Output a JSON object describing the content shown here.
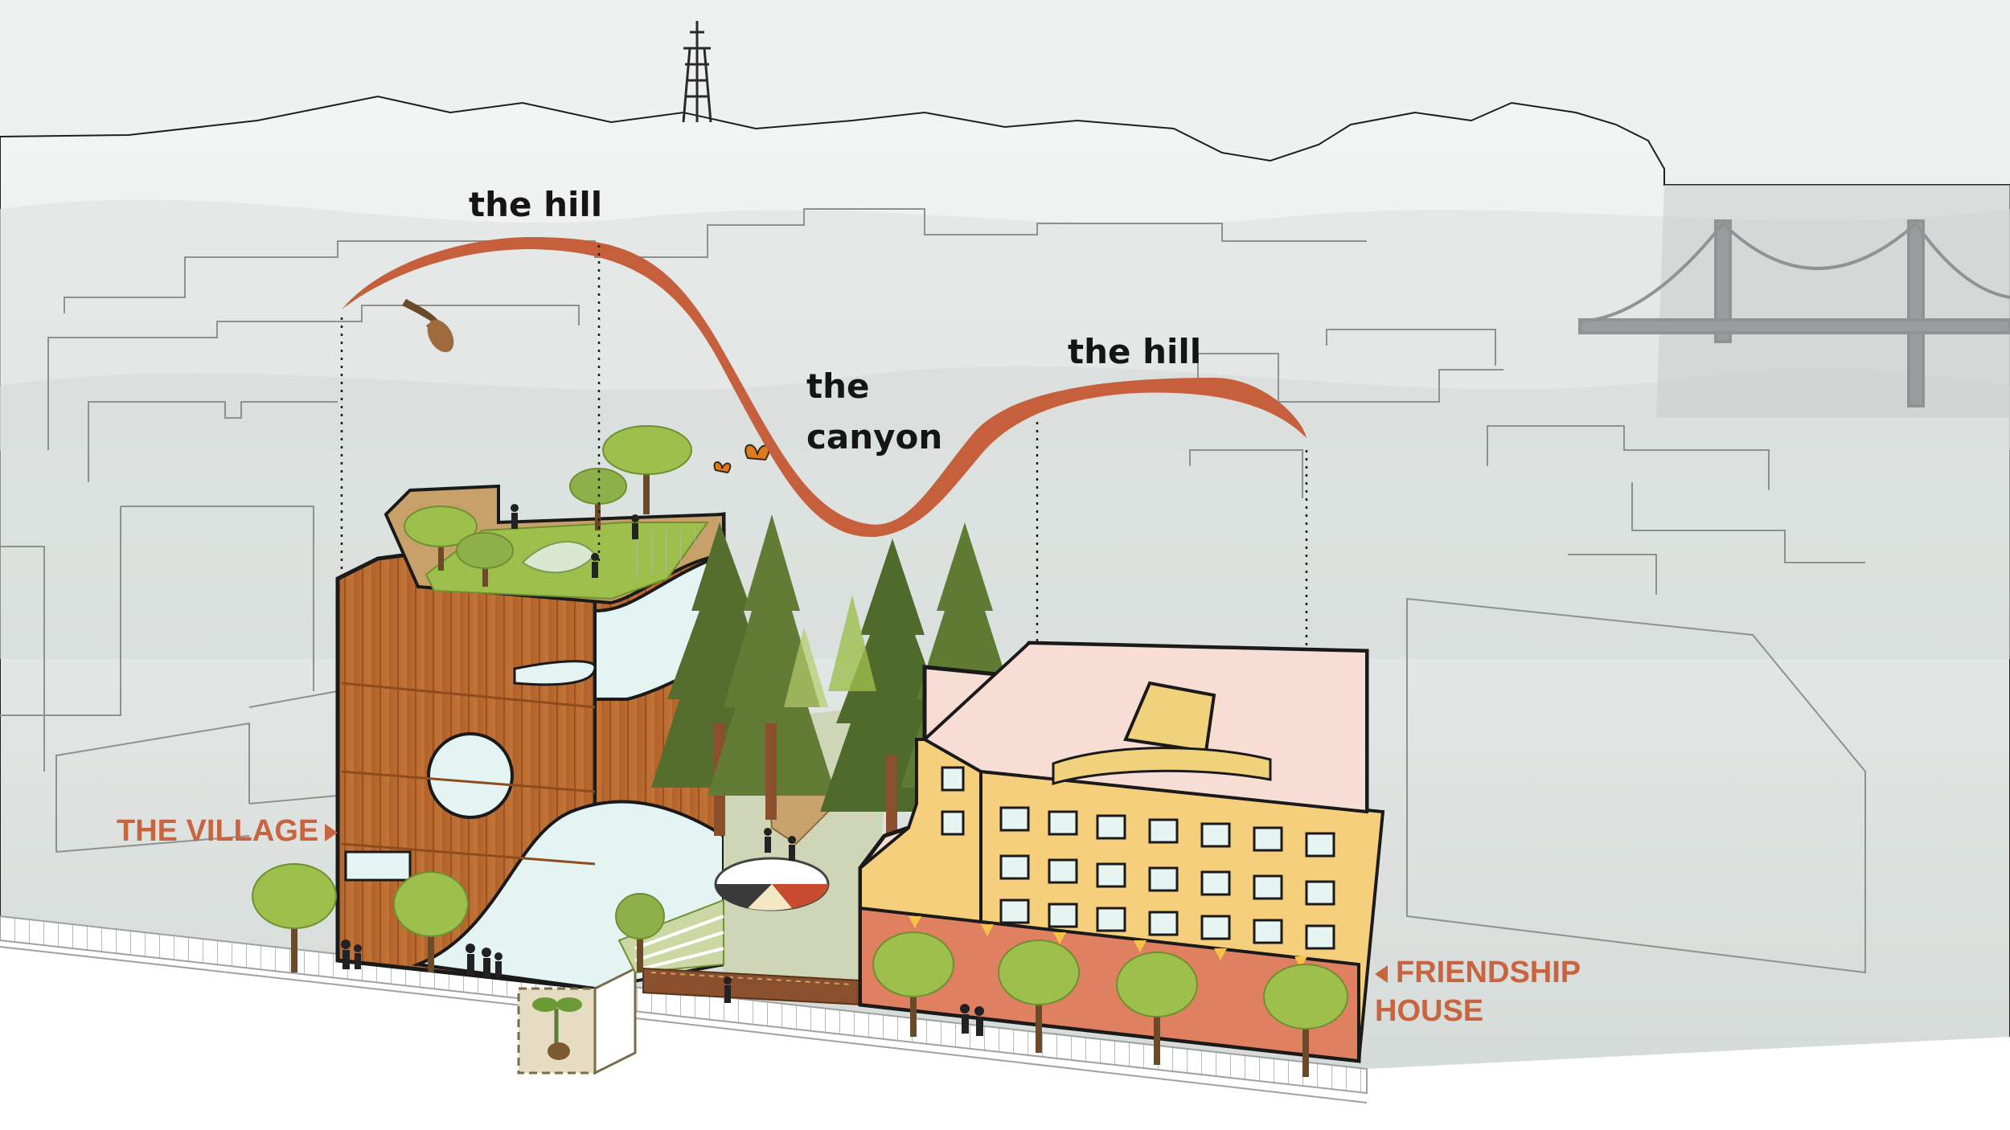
{
  "labels": {
    "hill_left": "the hill",
    "canyon_line1": "the",
    "canyon_line2": "canyon",
    "hill_right": "the hill",
    "village": "THE VILLAGE",
    "friendship_line1": "FRIENDSHIP",
    "friendship_line2": "HOUSE"
  },
  "colors": {
    "sky": "#eef1f0",
    "fog": "#d9dedc",
    "outline": "#8d918f",
    "curve": "#c65f3c",
    "label_accent": "#c8643f",
    "village_wood": "#b8692e",
    "village_glass": "#e4f4f2",
    "friendship_roof": "#f7ddd3",
    "friendship_wall": "#f6cf7d",
    "friendship_base": "#df8060",
    "window": "#e6f4f2",
    "tree_dark": "#5b7a34",
    "tree_light": "#9dbf4c",
    "trunk": "#8a4f2c",
    "bridge": "#9a9d9e",
    "ground": "#ffffff"
  },
  "icons": [
    "hawk-icon",
    "butterfly-icon",
    "seedling-icon",
    "sutro-tower-icon",
    "golden-gate-bridge-icon",
    "person-icon"
  ]
}
